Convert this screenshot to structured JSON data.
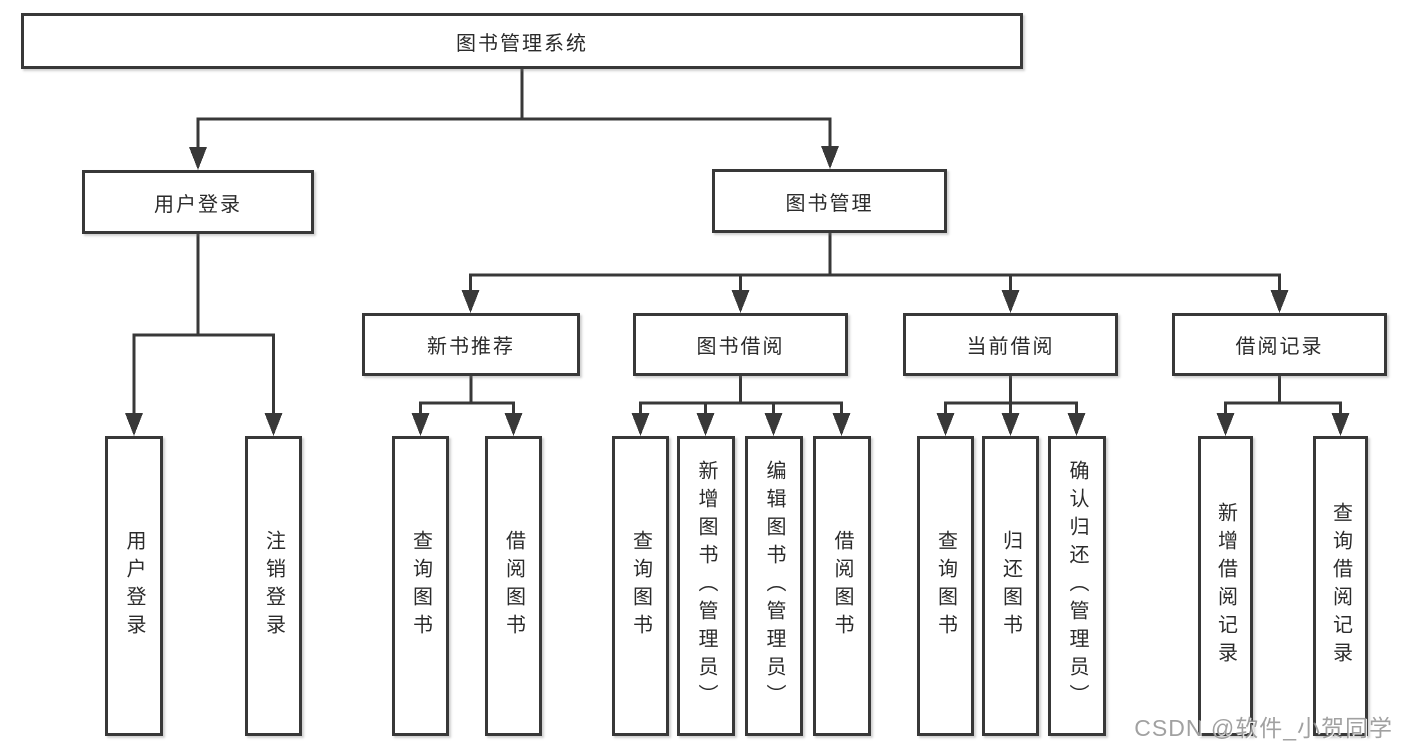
{
  "diagram": {
    "root": {
      "label": "图书管理系统",
      "children": [
        {
          "label": "用户登录",
          "children": [
            {
              "label": "用户登录"
            },
            {
              "label": "注销登录"
            }
          ]
        },
        {
          "label": "图书管理",
          "children": [
            {
              "label": "新书推荐",
              "children": [
                {
                  "label": "查询图书"
                },
                {
                  "label": "借阅图书"
                }
              ]
            },
            {
              "label": "图书借阅",
              "children": [
                {
                  "label": "查询图书"
                },
                {
                  "label": "新增图书（管理员）"
                },
                {
                  "label": "编辑图书（管理员）"
                },
                {
                  "label": "借阅图书"
                }
              ]
            },
            {
              "label": "当前借阅",
              "children": [
                {
                  "label": "查询图书"
                },
                {
                  "label": "归还图书"
                },
                {
                  "label": "确认归还（管理员）"
                }
              ]
            },
            {
              "label": "借阅记录",
              "children": [
                {
                  "label": "新增借阅记录"
                },
                {
                  "label": "查询借阅记录"
                }
              ]
            }
          ]
        }
      ]
    }
  },
  "colors": {
    "line": "#383838",
    "text": "#2b2b2b",
    "watermark": "#8c8c8c"
  },
  "watermark": {
    "text": "CSDN @软件_小贺同学"
  }
}
